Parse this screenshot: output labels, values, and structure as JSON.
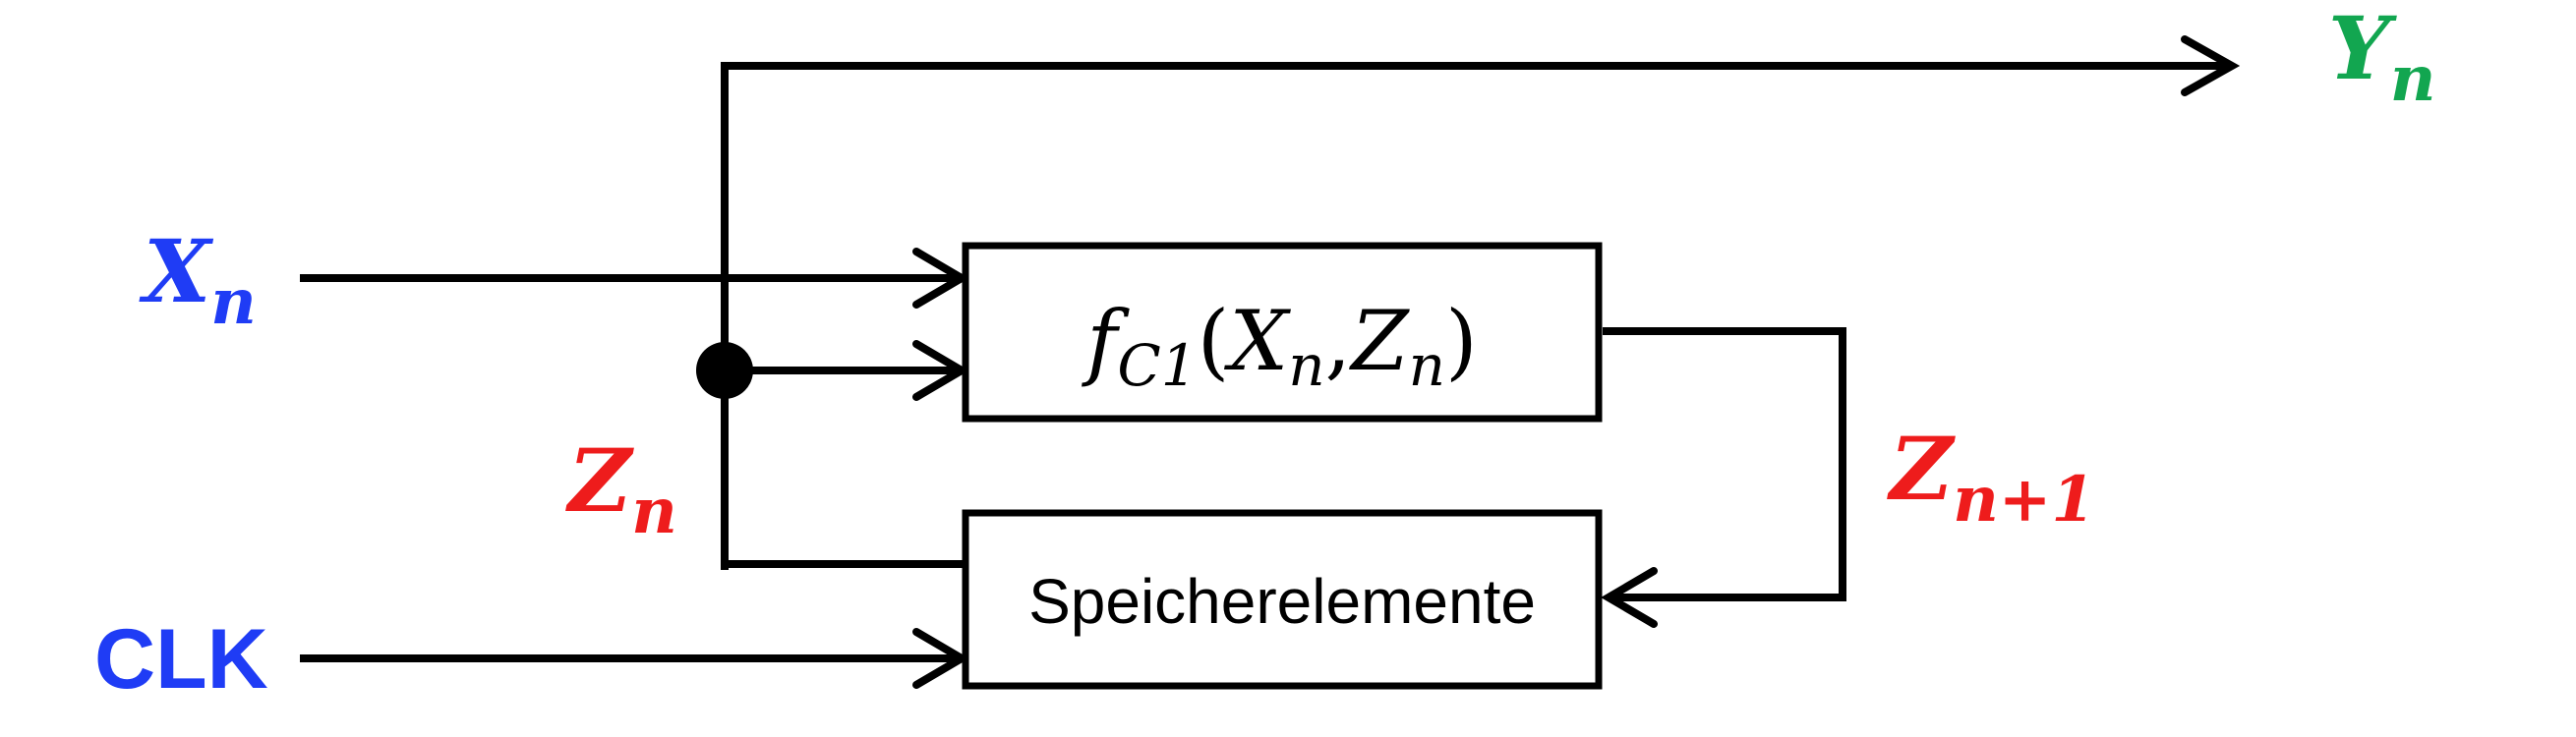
{
  "colors": {
    "input_blue": "#1f3cf5",
    "state_red": "#ee1c1c",
    "output_green": "#12a650",
    "line": "#000000"
  },
  "labels": {
    "output": {
      "base": "Y",
      "sub": "n"
    },
    "input": {
      "base": "X",
      "sub": "n"
    },
    "state": {
      "base": "Z",
      "sub": "n"
    },
    "next_state": {
      "base": "Z",
      "sub": "n+1"
    },
    "clock": "CLK"
  },
  "blocks": {
    "function": {
      "f": "f",
      "f_sub": "C1",
      "open": "(",
      "arg1_base": "X",
      "arg1_sub": "n",
      "comma": ",",
      "arg2_base": "Z",
      "arg2_sub": "n",
      "close": ")"
    },
    "memory": {
      "label": "Speicherelemente"
    }
  }
}
